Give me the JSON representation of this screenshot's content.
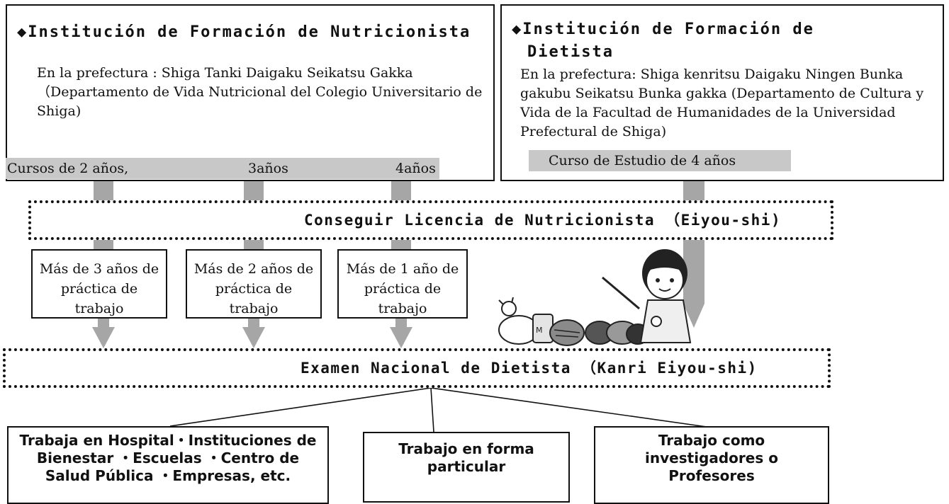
{
  "nutricionista_box": {
    "title": "◆Institución de Formación de Nutricionista",
    "text": "En la prefectura : Shiga Tanki Daigaku Seikatsu Gakka （Departamento de Vida Nutricional del Colegio Universitario de Shiga)",
    "courses": [
      "Cursos de 2 años,",
      "3años",
      "4años"
    ]
  },
  "dietista_box": {
    "title_line1": "◆Institución de Formación de",
    "title_line2": "Dietista",
    "text": "En la prefectura: Shiga kenritsu Daigaku Ningen Bunka gakubu Seikatsu Bunka gakka (Departamento de Cultura y Vida de la Facultad de Humanidades de la Universidad Prefectural de Shiga)",
    "course": "Curso de Estudio de 4 años"
  },
  "licencia": "Conseguir Licencia de Nutricionista （Eiyou-shi)",
  "practica": [
    "Más de 3 años de práctica de trabajo",
    "Más de 2 años de práctica de trabajo",
    "Más de 1 año de práctica de trabajo"
  ],
  "examen": "Examen Nacional de Dietista （Kanri Eiyou-shi)",
  "outcomes": [
    "Trabaja en Hospital・Instituciones de Bienestar ・Escuelas ・Centro de Salud Pública ・Empresas, etc.",
    "Trabajo en forma particular",
    "Trabajo como investigadores o Profesores"
  ],
  "colors": {
    "arrow": "#a6a6a6",
    "highlight": "#c8c8c8",
    "line": "#111111"
  }
}
